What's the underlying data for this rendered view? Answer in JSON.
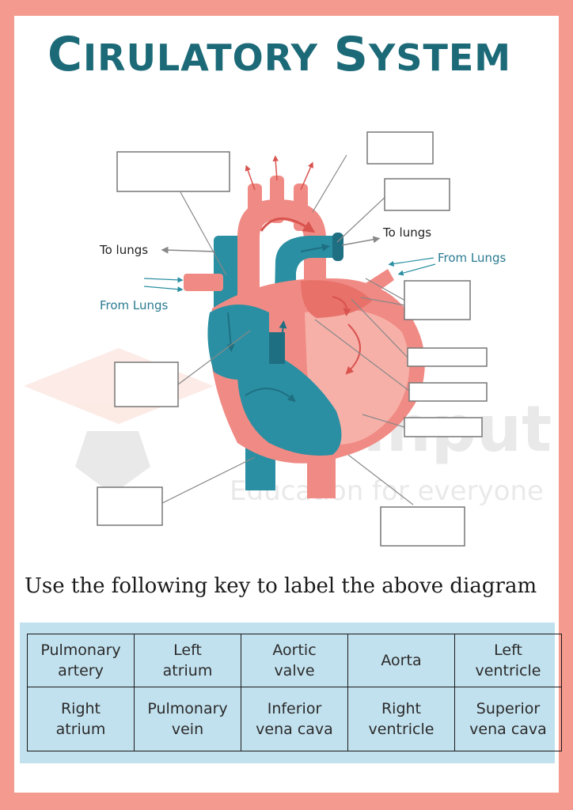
{
  "title": {
    "word1_first": "C",
    "word1_rest": "IRULATORY",
    "word2_first": "S",
    "word2_rest": "YSTEM"
  },
  "watermark": {
    "brand": "Input",
    "tagline": "Education for everyone"
  },
  "annotations": {
    "to_lungs_left": "To lungs",
    "from_lungs_left": "From Lungs",
    "to_lungs_right": "To lungs",
    "from_lungs_right": "From Lungs"
  },
  "instruction": "Use the following key to label the above diagram",
  "key": {
    "rows": [
      [
        {
          "line1": "Pulmonary",
          "line2": "artery"
        },
        {
          "line1": "Left",
          "line2": "atrium"
        },
        {
          "line1": "Aortic",
          "line2": "valve"
        },
        {
          "line1": "Aorta",
          "line2": ""
        },
        {
          "line1": "Left",
          "line2": "ventricle"
        }
      ],
      [
        {
          "line1": "Right",
          "line2": "atrium"
        },
        {
          "line1": "Pulmonary",
          "line2": "vein"
        },
        {
          "line1": "Inferior",
          "line2": "vena cava"
        },
        {
          "line1": "Right",
          "line2": "ventricle"
        },
        {
          "line1": "Superior",
          "line2": "vena cava"
        }
      ]
    ]
  },
  "colors": {
    "frame": "#f59a8e",
    "title": "#1c6a78",
    "blood_red": "#f08a84",
    "blood_red_dark": "#d9534f",
    "blood_blue": "#2a8fa2",
    "blood_blue_dark": "#1f6f82",
    "key_background": "#c2e1ee"
  }
}
